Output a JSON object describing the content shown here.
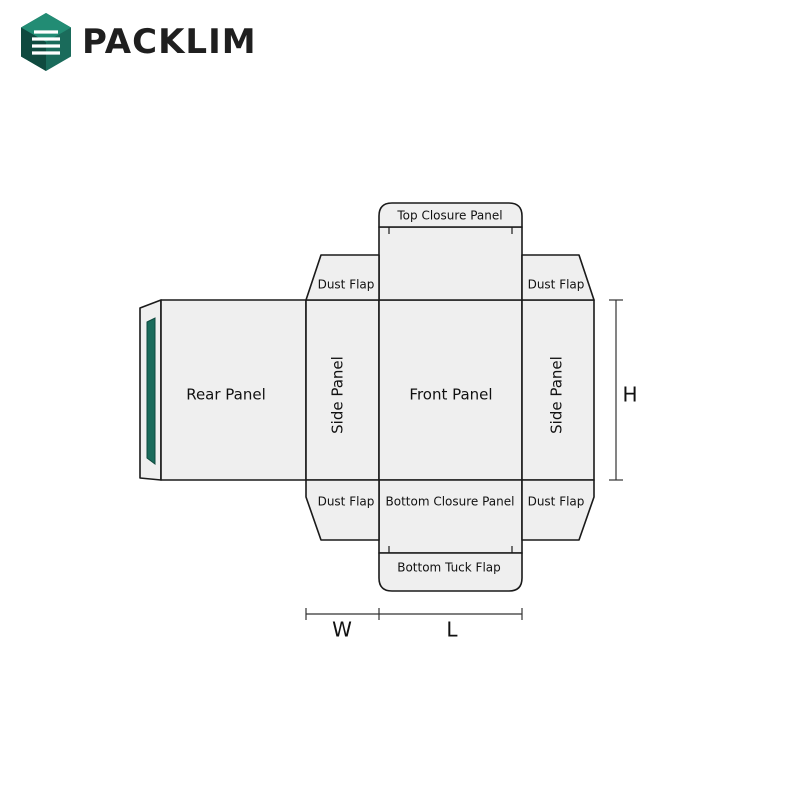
{
  "brand": {
    "name": "PACKLIM",
    "colors": {
      "primary": "#1a6b5b",
      "dark": "#0f4a3f",
      "text": "#1f1f1f",
      "glue_strip": "#1a6b5b"
    }
  },
  "diagram": {
    "panels": {
      "top_closure": "Top Closure Panel",
      "dust_flap_top_left": "Dust Flap",
      "dust_flap_top_right": "Dust Flap",
      "rear": "Rear Panel",
      "side_left": "Side Panel",
      "front": "Front Panel",
      "side_right": "Side Panel",
      "dust_flap_bottom_left": "Dust Flap",
      "bottom_closure": "Bottom Closure Panel",
      "dust_flap_bottom_right": "Dust Flap",
      "bottom_tuck": "Bottom Tuck Flap"
    },
    "dimensions": {
      "width": "W",
      "length": "L",
      "height": "H"
    }
  }
}
